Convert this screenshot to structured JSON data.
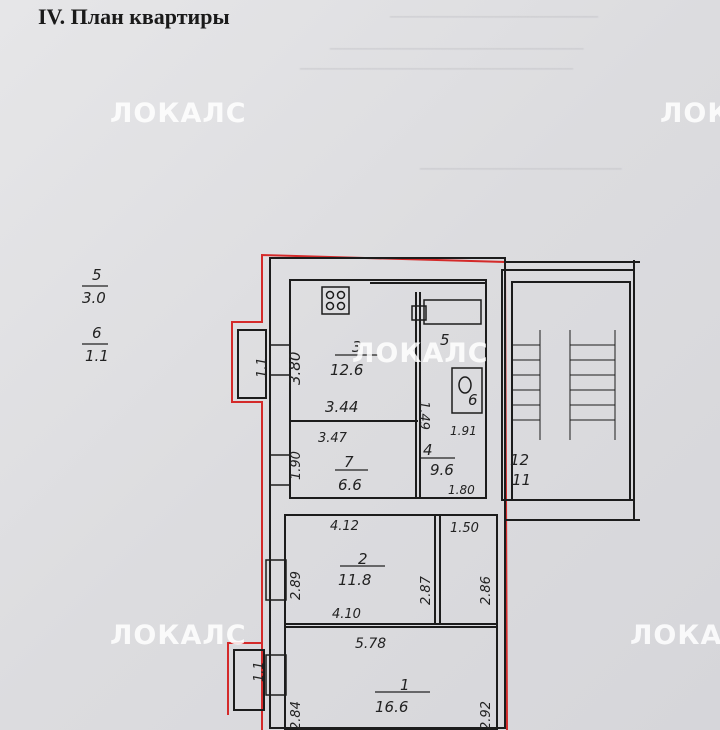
{
  "title": "IV. План квартиры",
  "watermark": "ЛОКАЛС",
  "side_labels": [
    {
      "num": "5",
      "area": "3.0"
    },
    {
      "num": "6",
      "area": "1.1"
    }
  ],
  "rooms": [
    {
      "num": "3",
      "area": "12.6",
      "dims": [
        "3.80",
        "3.44"
      ]
    },
    {
      "num": "5",
      "area": ""
    },
    {
      "num": "6",
      "area": "",
      "dims": [
        "1.49"
      ]
    },
    {
      "num": "7",
      "area": "6.6",
      "dims": [
        "3.47",
        "1.90"
      ]
    },
    {
      "num": "4",
      "area": "9.6",
      "dims": [
        "1.91",
        "1.80"
      ]
    },
    {
      "num": "12",
      "area": "11"
    },
    {
      "num": "2",
      "area": "11.8",
      "dims": [
        "4.12",
        "2.89",
        "2.87",
        "4.10"
      ]
    },
    {
      "num": "",
      "area": "",
      "dims": [
        "1.50",
        "2.86"
      ]
    },
    {
      "num": "1",
      "area": "16.6",
      "dims": [
        "5.78",
        "2.84",
        "2.92"
      ]
    }
  ],
  "balconies": [
    "1.1",
    "1.1"
  ],
  "colors": {
    "boundary": "#d42a2a",
    "wall": "#1c1c1c",
    "paper": "#e0e0e3"
  }
}
